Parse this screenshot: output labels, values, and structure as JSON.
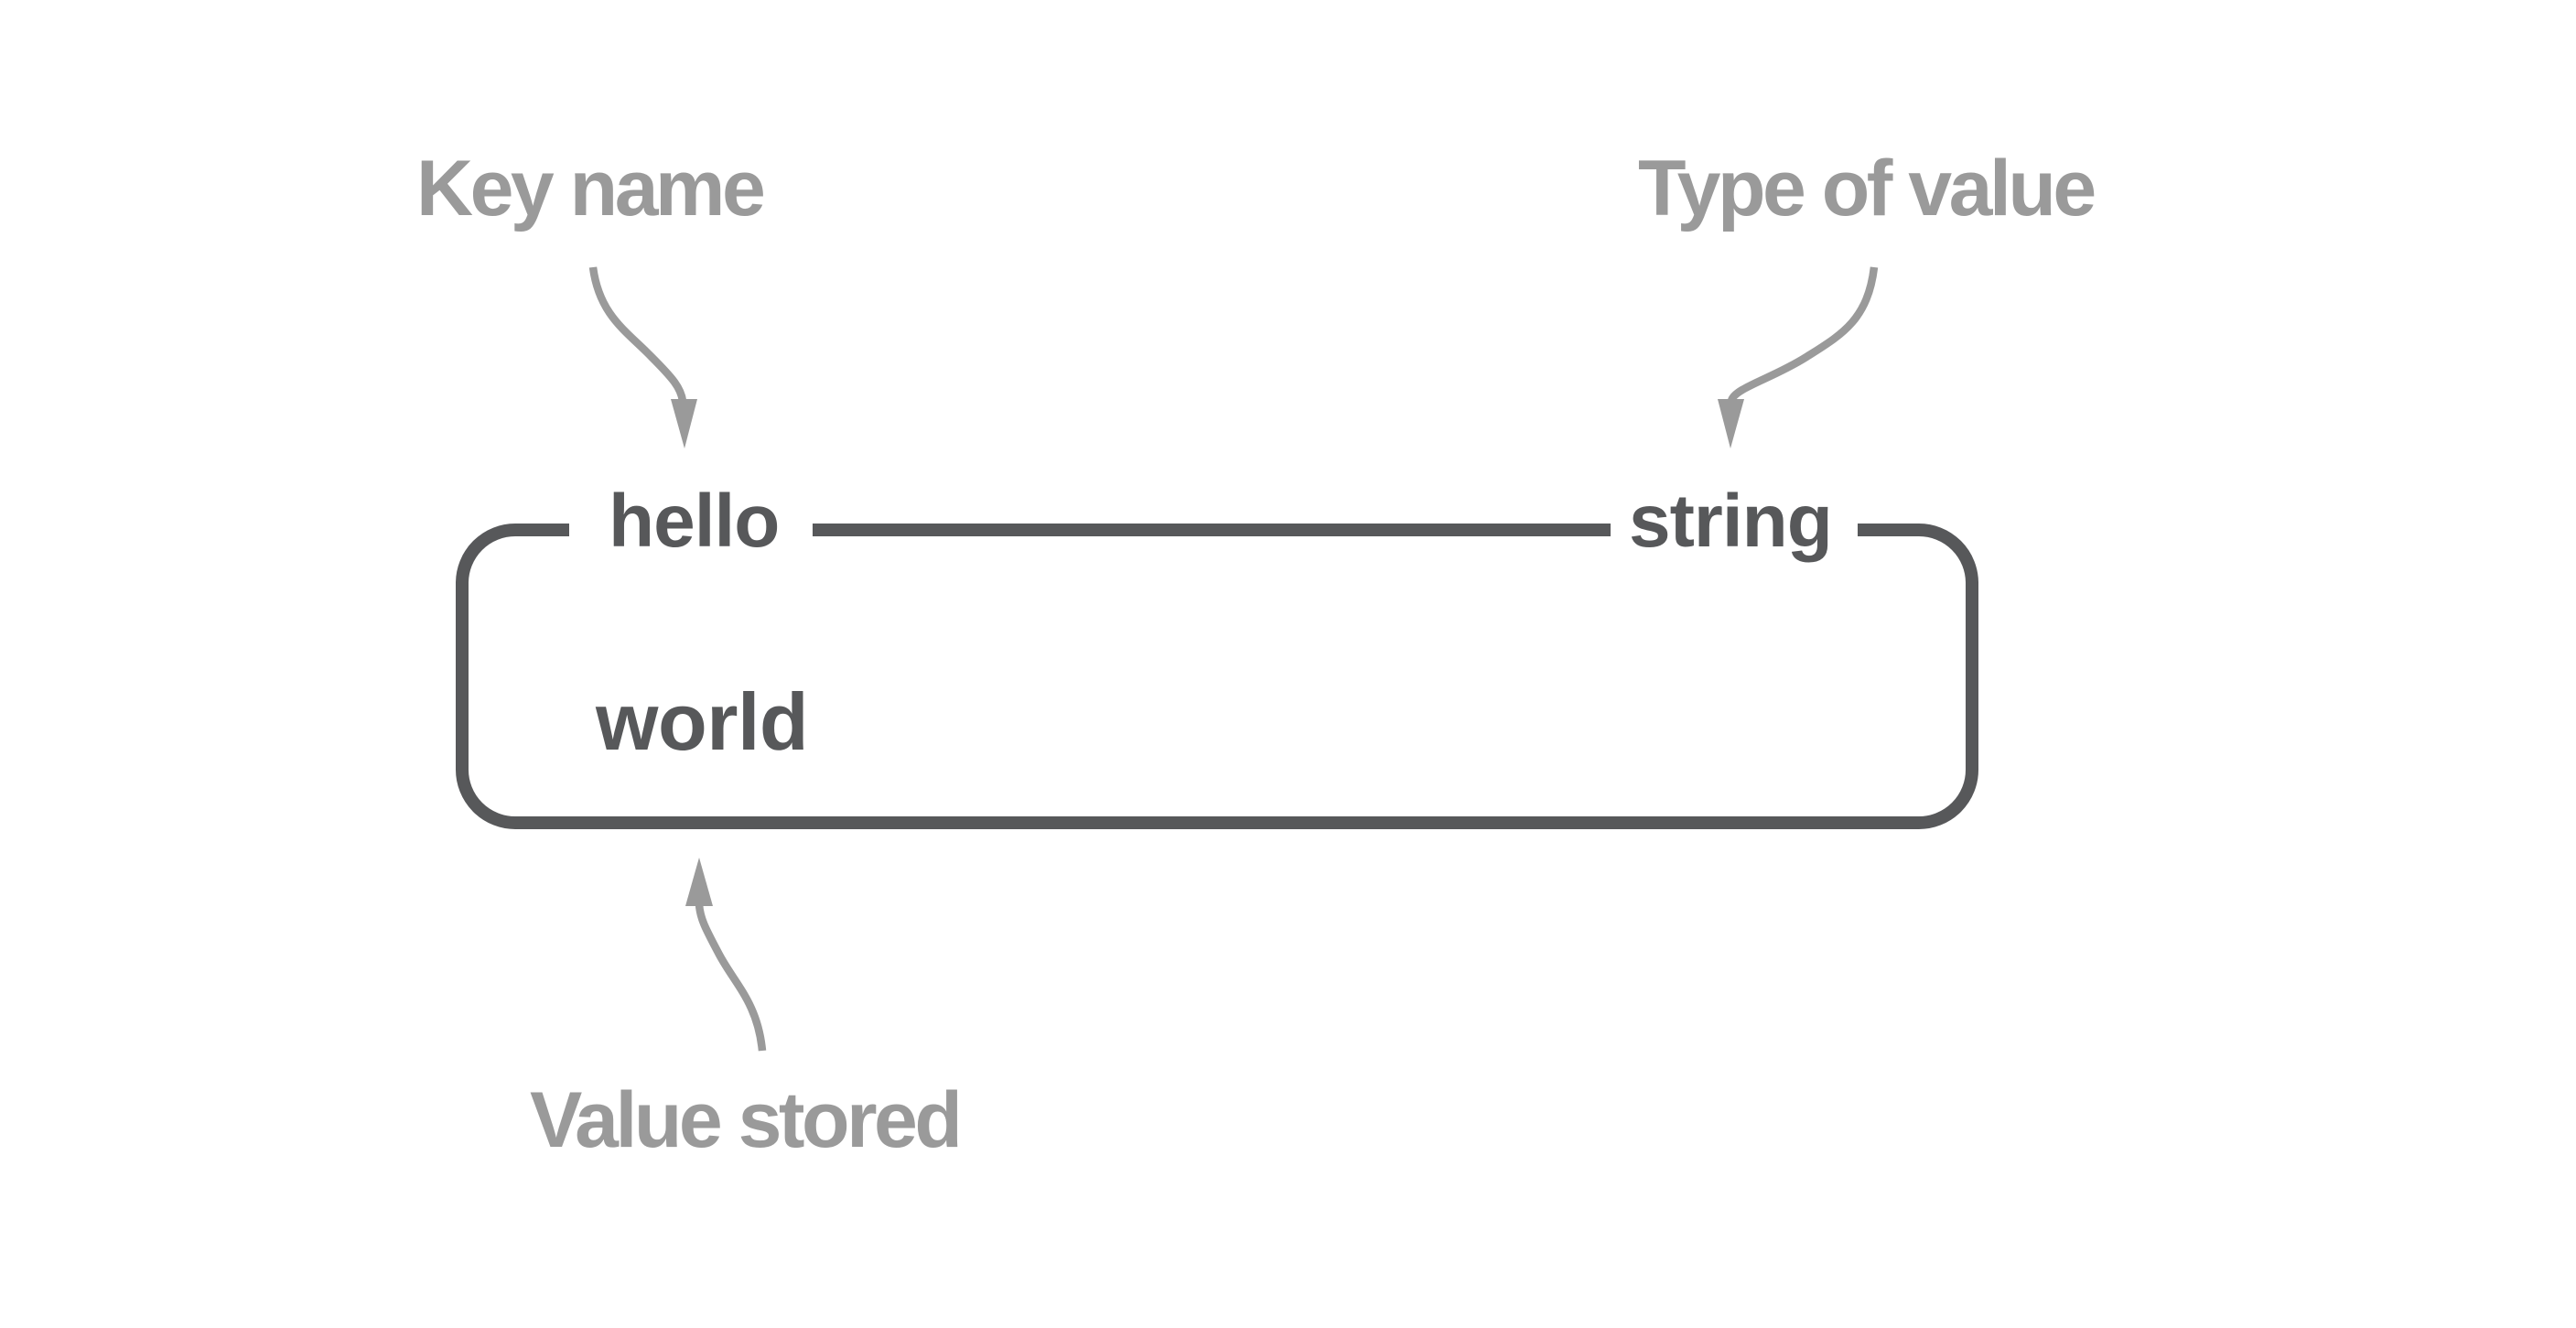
{
  "figure": {
    "annotations": {
      "key_name": "Key name",
      "type_of_value": "Type of value",
      "value_stored": "Value stored"
    },
    "entry": {
      "key": "hello",
      "type": "string",
      "value": "world"
    },
    "colors": {
      "box_and_text": "#57585a",
      "annotation_gray": "#9a9a9a",
      "background": "#ffffff"
    }
  }
}
